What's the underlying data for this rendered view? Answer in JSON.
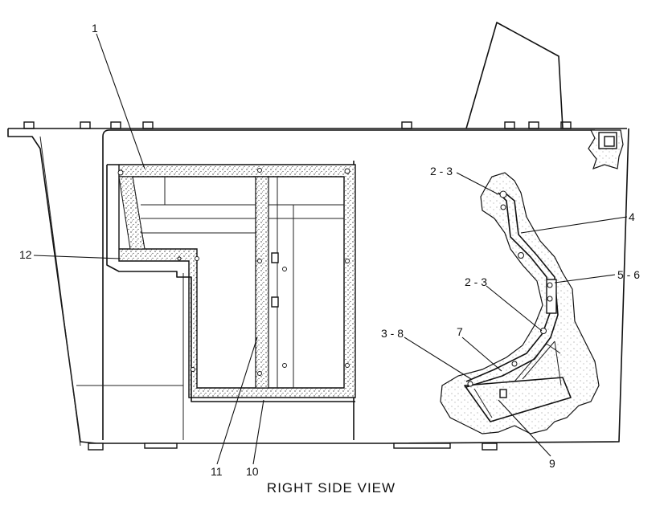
{
  "callouts": [
    {
      "id": "c1",
      "text": "1"
    },
    {
      "id": "c12",
      "text": "12"
    },
    {
      "id": "c11",
      "text": "11"
    },
    {
      "id": "c10",
      "text": "10"
    },
    {
      "id": "c23a",
      "text": "2 - 3"
    },
    {
      "id": "c4",
      "text": "4"
    },
    {
      "id": "c56",
      "text": "5 - 6"
    },
    {
      "id": "c23b",
      "text": "2 - 3"
    },
    {
      "id": "c38",
      "text": "3 - 8"
    },
    {
      "id": "c7",
      "text": "7"
    },
    {
      "id": "c9",
      "text": "9"
    }
  ],
  "caption": "RIGHT SIDE VIEW"
}
